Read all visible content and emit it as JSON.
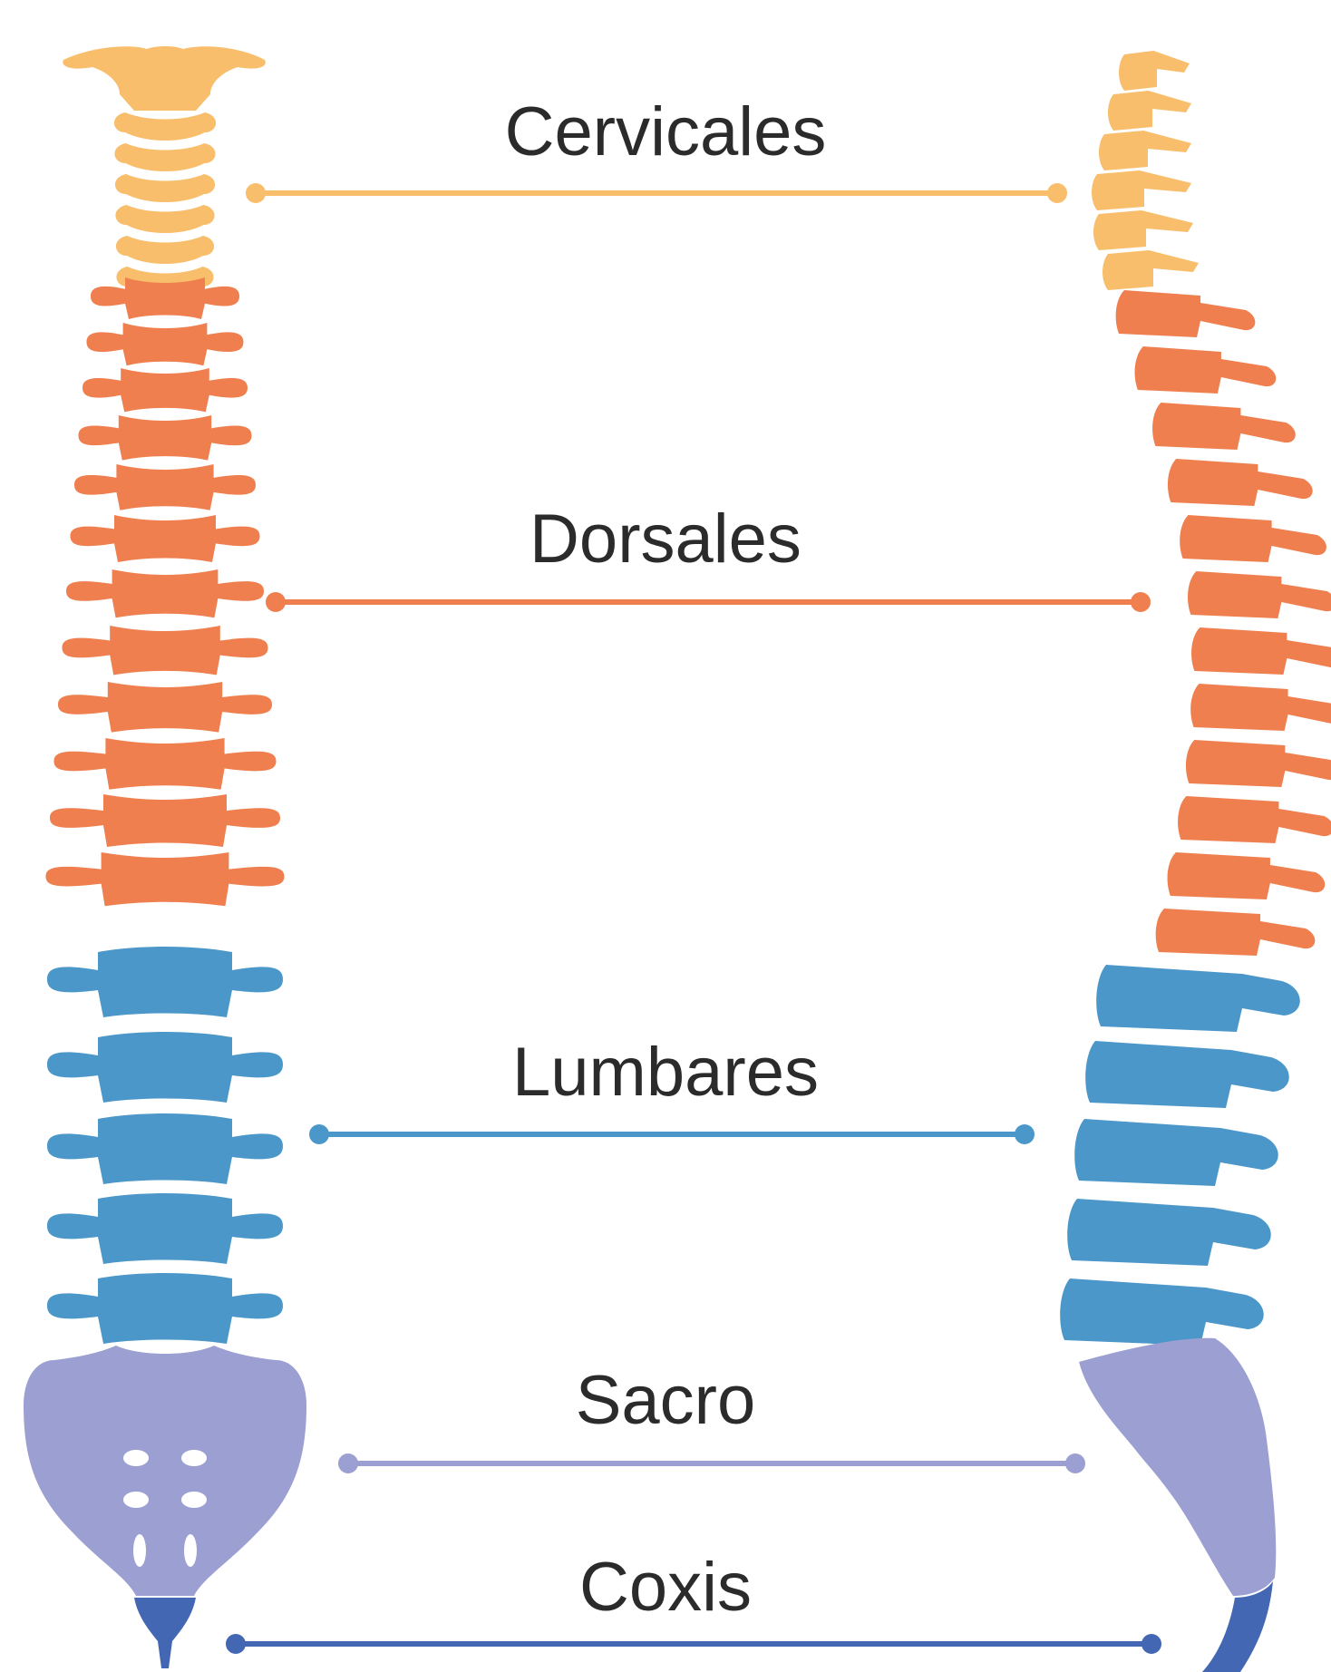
{
  "regions": [
    {
      "key": "cervicales",
      "label": "Cervicales",
      "color": "#F8BE6B"
    },
    {
      "key": "dorsales",
      "label": "Dorsales",
      "color": "#EF7F4E"
    },
    {
      "key": "lumbares",
      "label": "Lumbares",
      "color": "#4C97C9"
    },
    {
      "key": "sacro",
      "label": "Sacro",
      "color": "#9B9FD1"
    },
    {
      "key": "coxis",
      "label": "Coxis",
      "color": "#4367B3"
    }
  ]
}
